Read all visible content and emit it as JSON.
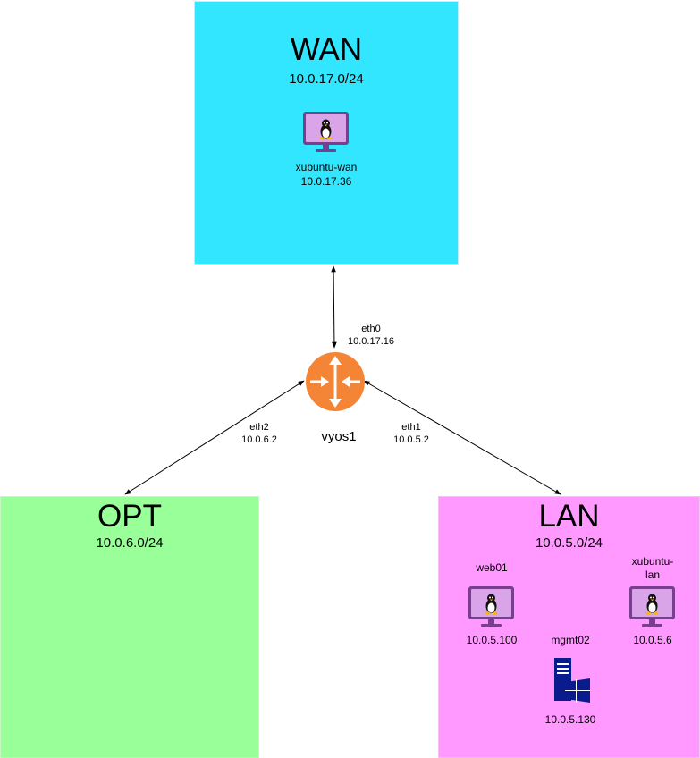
{
  "zones": {
    "wan": {
      "title": "WAN",
      "subnet": "10.0.17.0/24",
      "color": "#33E6FF"
    },
    "opt": {
      "title": "OPT",
      "subnet": "10.0.6.0/24",
      "color": "#99FF99"
    },
    "lan": {
      "title": "LAN",
      "subnet": "10.0.5.0/24",
      "color": "#FF99FF"
    }
  },
  "router": {
    "name": "vyos1",
    "icon": "router-icon",
    "color": "#F58536",
    "interfaces": {
      "eth0": {
        "name": "eth0",
        "ip": "10.0.17.16"
      },
      "eth1": {
        "name": "eth1",
        "ip": "10.0.5.2"
      },
      "eth2": {
        "name": "eth2",
        "ip": "10.0.6.2"
      }
    }
  },
  "hosts": {
    "xubuntu_wan": {
      "name": "xubuntu-wan",
      "ip": "10.0.17.36",
      "icon": "linux-vm-icon"
    },
    "web01": {
      "name": "web01",
      "ip": "10.0.5.100",
      "icon": "linux-vm-icon"
    },
    "xubuntu_lan": {
      "name": "xubuntu-\nlan",
      "ip": "10.0.5.6",
      "icon": "linux-vm-icon"
    },
    "mgmt02": {
      "name": "mgmt02",
      "ip": "10.0.5.130",
      "icon": "windows-server-icon"
    }
  }
}
